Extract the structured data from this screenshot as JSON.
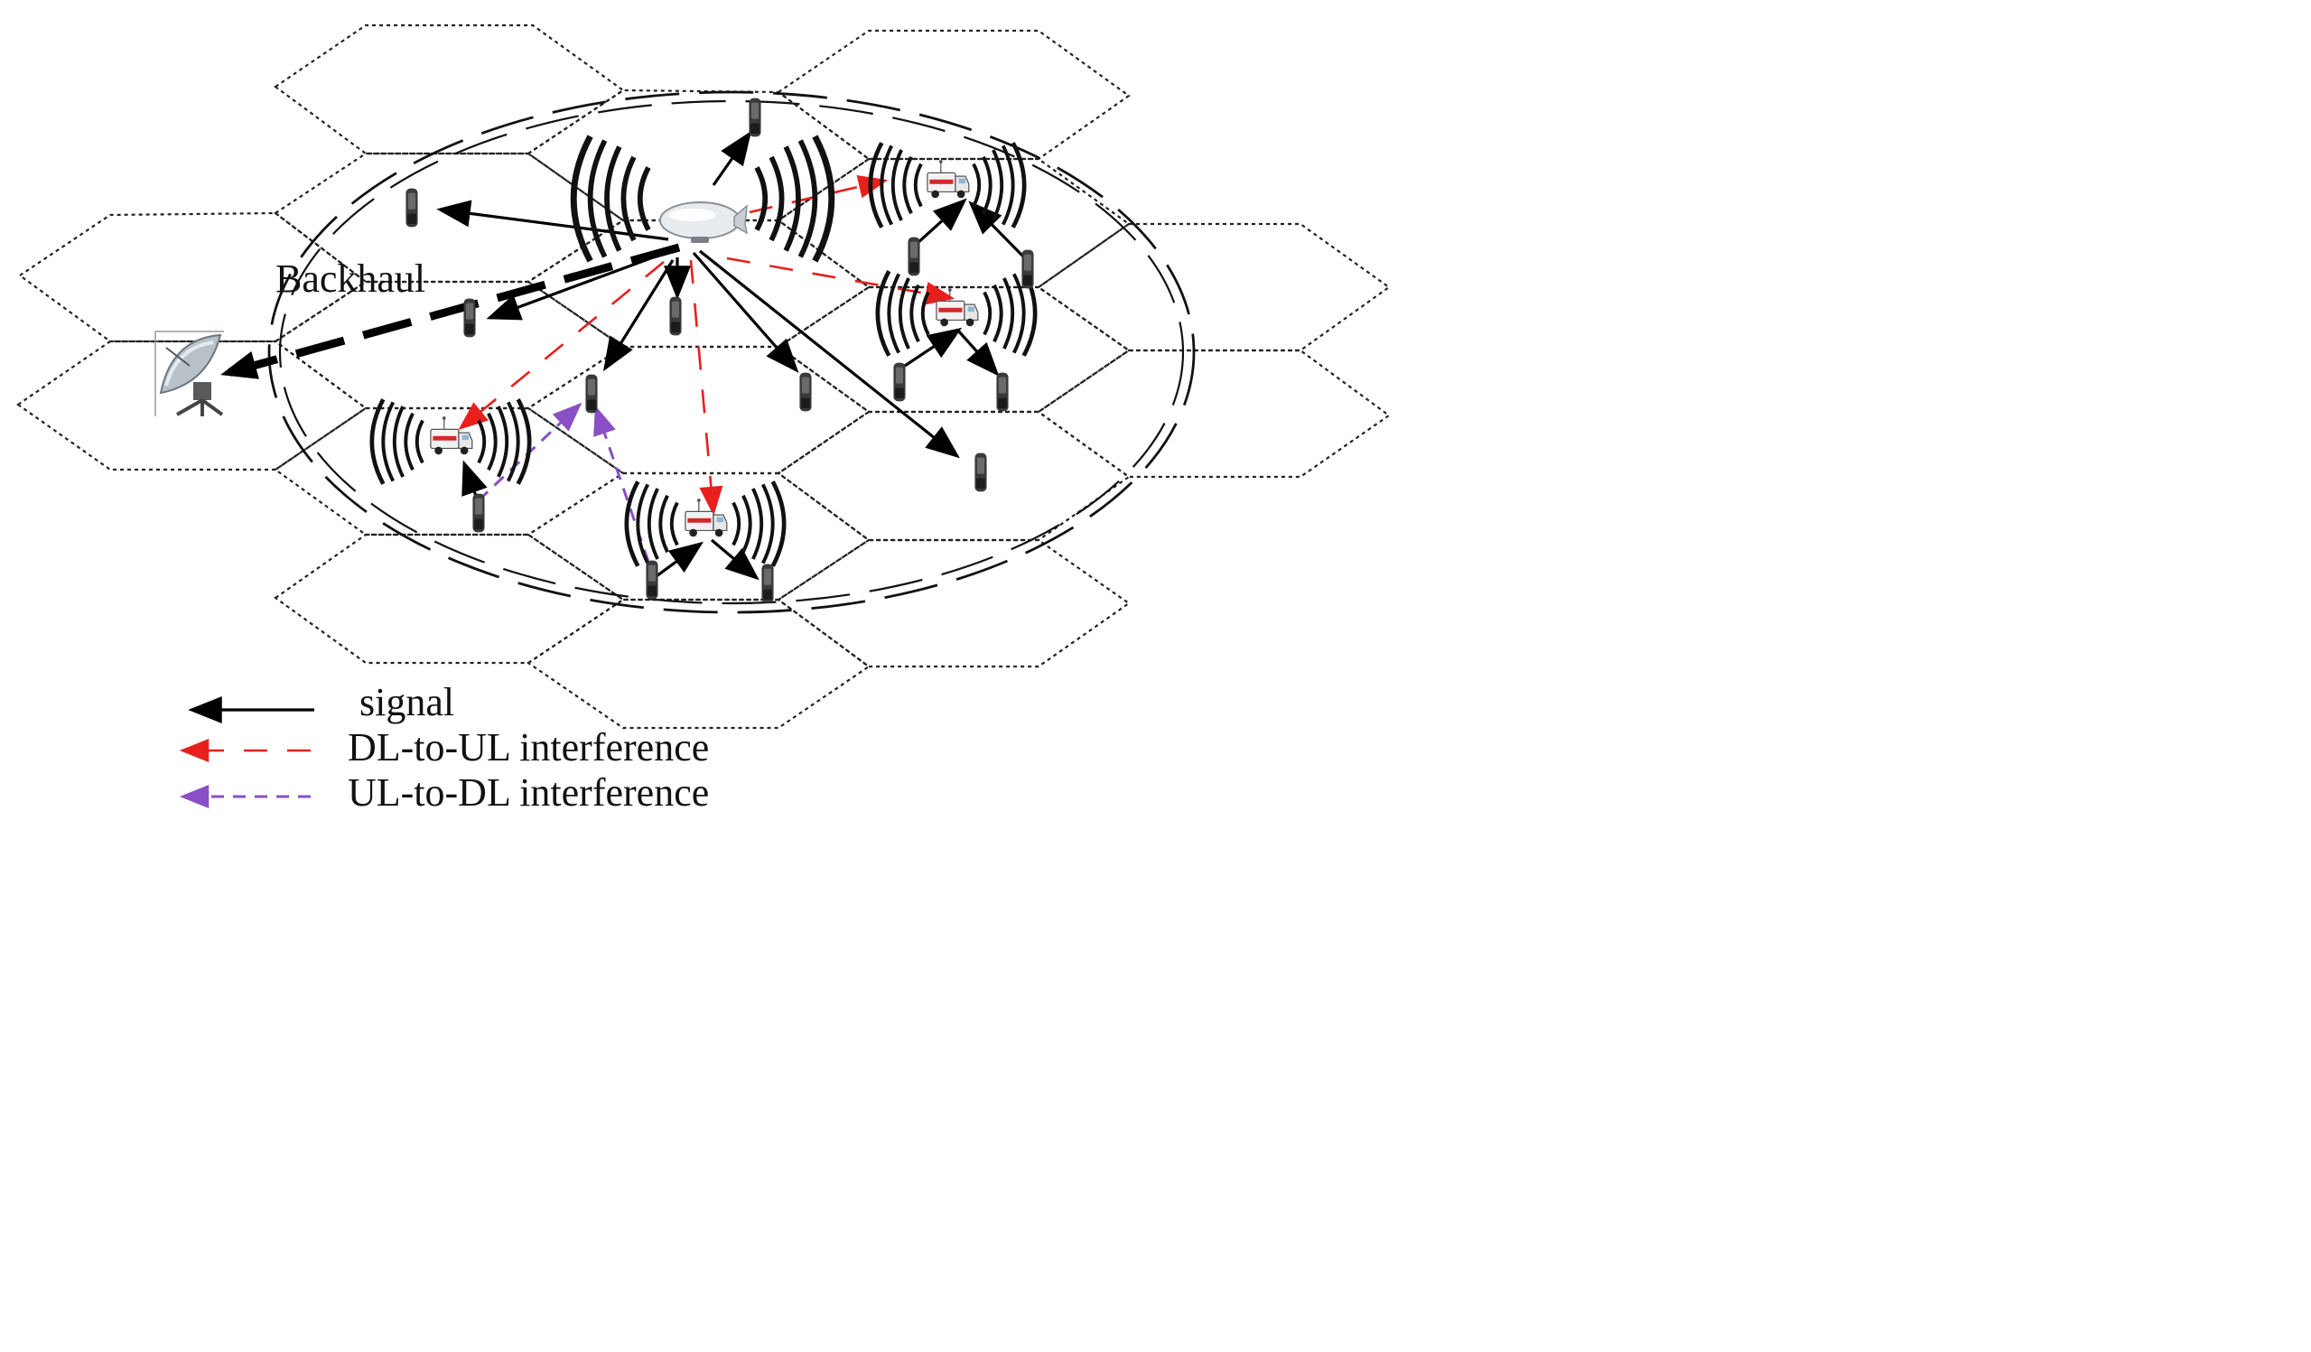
{
  "diagram": {
    "backhaul_label": "Backhaul",
    "legend": [
      {
        "label": "signal",
        "color": "#000000",
        "style": "solid"
      },
      {
        "label": "DL-to-UL interference",
        "color": "#e8201b",
        "style": "dashed"
      },
      {
        "label": "UL-to-DL interference",
        "color": "#8a4fc6",
        "style": "dotted"
      }
    ],
    "icons": [
      "airship-icon",
      "satellite-dish-icon",
      "emergency-vehicle-icon",
      "mobile-phone-icon",
      "radio-wave-icon"
    ]
  }
}
